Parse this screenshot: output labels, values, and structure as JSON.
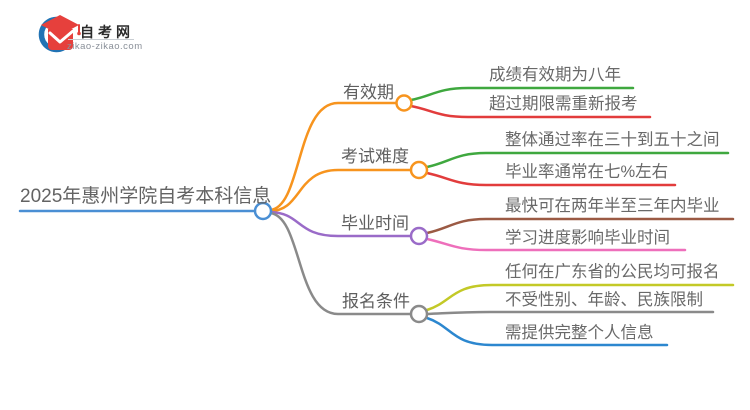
{
  "logo": {
    "title": "自考网",
    "domain": "zikao-zikao.com",
    "icon": "graduation-cap-icon",
    "cap_color": "#e6403c",
    "ring_color": "#2173b4"
  },
  "root": {
    "label": "2025年惠州学院自考本科信息",
    "color": "#4a8fd4"
  },
  "branches": [
    {
      "label": "有效期",
      "color": "#f7941e",
      "children": [
        {
          "label": "成绩有效期为八年",
          "color": "#3fa83f"
        },
        {
          "label": "超过期限需重新报考",
          "color": "#e23c3c"
        }
      ]
    },
    {
      "label": "考试难度",
      "color": "#f7941e",
      "children": [
        {
          "label": "整体通过率在三十到五十之间",
          "color": "#3fa83f"
        },
        {
          "label": "毕业率通常在七%左右",
          "color": "#e23c3c"
        }
      ]
    },
    {
      "label": "毕业时间",
      "color": "#9a6bc8",
      "children": [
        {
          "label": "最快可在两年半至三年内毕业",
          "color": "#9b5a44"
        },
        {
          "label": "学习进度影响毕业时间",
          "color": "#ee6fbb"
        }
      ]
    },
    {
      "label": "报名条件",
      "color": "#8a8a8a",
      "children": [
        {
          "label": "任何在广东省的公民均可报名",
          "color": "#c3c927"
        },
        {
          "label": "不受性别、年龄、民族限制",
          "color": "#8a8a8a"
        },
        {
          "label": "需提供完整个人信息",
          "color": "#2c87cf"
        }
      ]
    }
  ]
}
